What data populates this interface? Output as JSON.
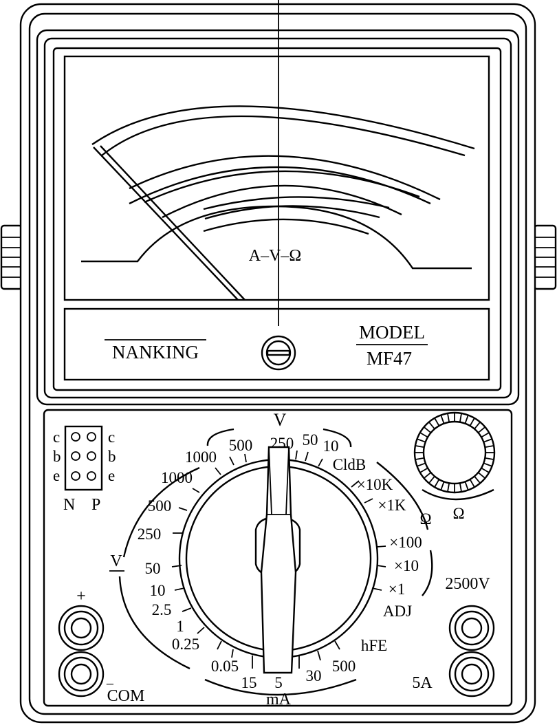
{
  "meter_face": {
    "scale_label": "A–V–Ω",
    "brand": "NANKING",
    "model_line1": "MODEL",
    "model_line2": "MF47"
  },
  "transistor_socket": {
    "pins_left": [
      "c",
      "b",
      "e"
    ],
    "pins_right": [
      "c",
      "b",
      "e"
    ],
    "label_n": "N",
    "label_p": "P"
  },
  "selector": {
    "ac_voltage_header": "V",
    "ac_voltage_ranges": [
      "500",
      "250",
      "50",
      "10"
    ],
    "cldb_label": "CldB",
    "dc_voltage_symbol": "V",
    "dc_voltage_ranges": [
      "1000",
      "1000",
      "500",
      "250",
      "50",
      "10",
      "2.5",
      "1",
      "0.25"
    ],
    "current_ranges": [
      "0.05",
      "15",
      "5",
      "30",
      "500"
    ],
    "current_unit": "mA",
    "hfe_label": "hFE",
    "ohm_ranges": [
      "×10K",
      "×1K",
      "×100",
      "×10",
      "×1"
    ],
    "ohm_symbol": "Ω",
    "adj_label": "ADJ"
  },
  "ohm_adjust_knob": {
    "label": "Ω"
  },
  "jacks": {
    "plus_label": "+",
    "minus_label": "−",
    "com_label": "COM",
    "high_voltage_label": "2500V",
    "high_current_label": "5A"
  }
}
